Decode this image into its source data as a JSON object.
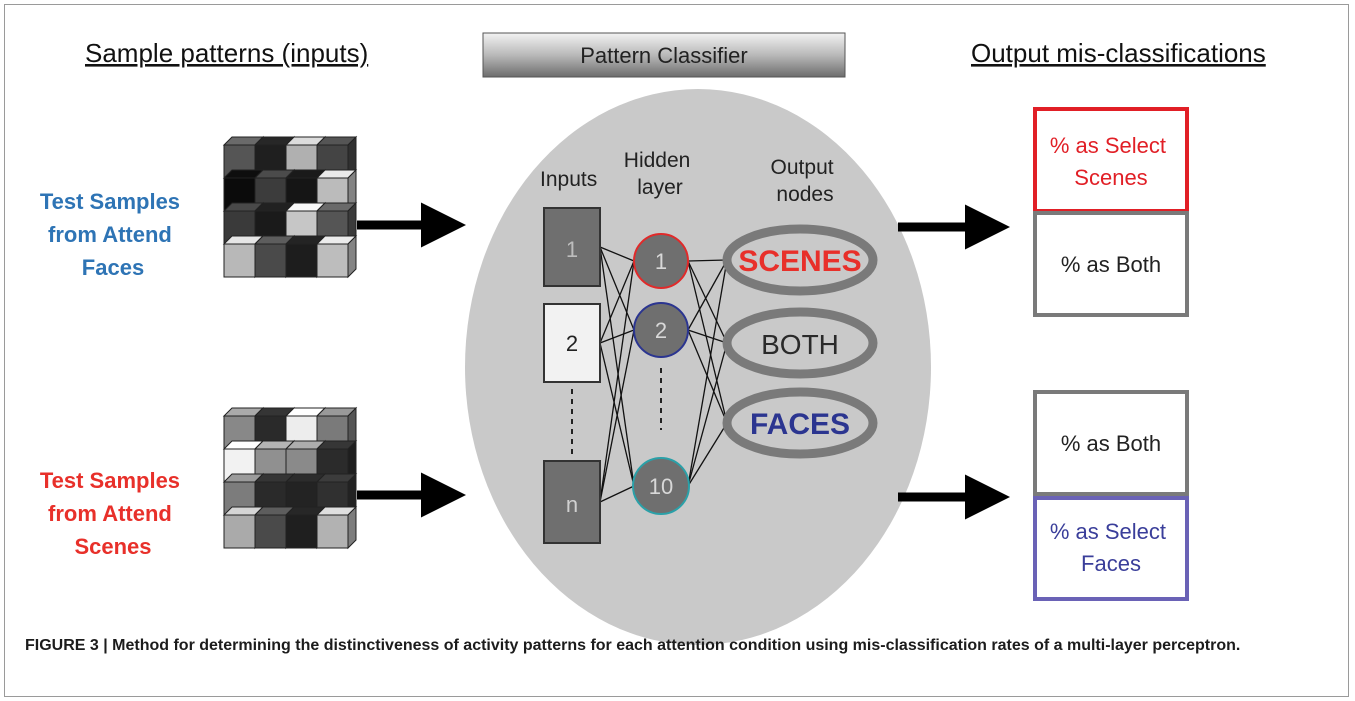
{
  "headings": {
    "inputs": "Sample patterns (inputs)",
    "classifier": "Pattern Classifier",
    "outputs": "Output mis-classifications"
  },
  "samples": {
    "faces_lines": [
      "Test Samples",
      "from Attend",
      "Faces"
    ],
    "scenes_lines": [
      "Test Samples",
      "from Attend",
      "Scenes"
    ]
  },
  "network": {
    "inputs_label": "Inputs",
    "hidden_label_lines": [
      "Hidden",
      "layer"
    ],
    "output_label_lines": [
      "Output",
      "nodes"
    ],
    "input_nodes": [
      "1",
      "2",
      "n"
    ],
    "hidden_nodes": [
      "1",
      "2",
      "10"
    ],
    "output_nodes": [
      "SCENES",
      "BOTH",
      "FACES"
    ]
  },
  "outputs": {
    "top_select_lines": [
      "% as Select",
      "Scenes"
    ],
    "top_both": "% as Both",
    "bottom_both": "% as Both",
    "bottom_select_lines": [
      "% as Select",
      "Faces"
    ]
  },
  "colors": {
    "faces_blue": "#2e74b5",
    "scenes_red": "#e8302a",
    "faces_node_navy": "#2b3590",
    "scenes_red_box": "#e11f26",
    "faces_purple_box": "#6a62b6",
    "hidden_teal": "#2aa0a8",
    "ellipse_gray": "#c9c9c9"
  },
  "caption": "FIGURE 3 | Method for determining the distinctiveness of activity patterns for each attention condition using mis-classification rates of a multi-layer perceptron."
}
